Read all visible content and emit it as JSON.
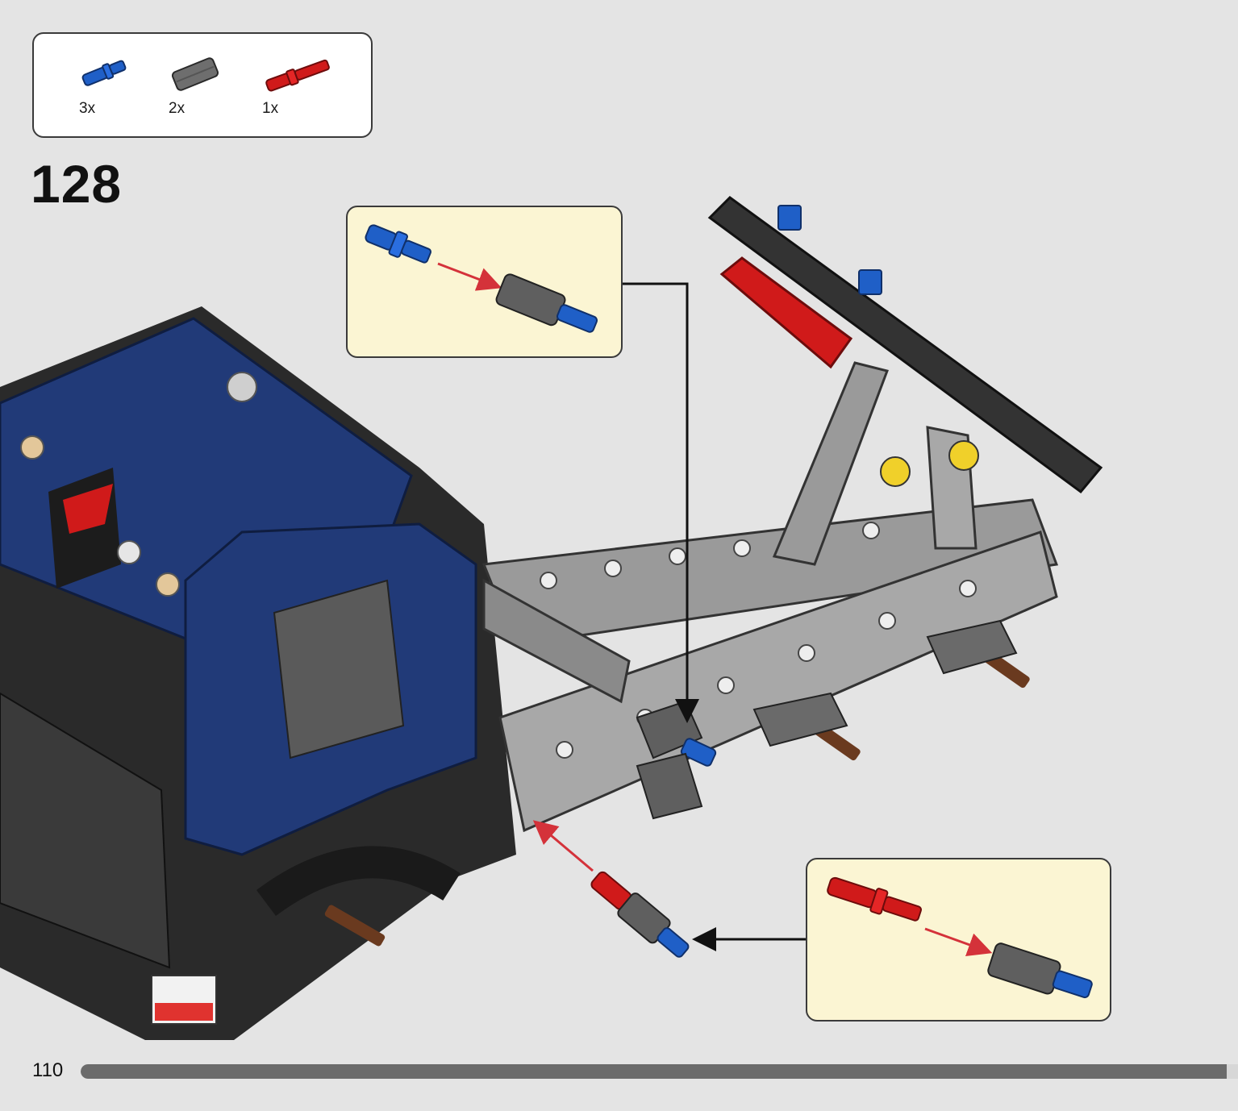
{
  "parts": [
    {
      "qty": "3x",
      "icon": "blue-pin-icon",
      "color": "#1f5fc7"
    },
    {
      "qty": "2x",
      "icon": "grey-connector-icon",
      "color": "#6e6e6e"
    },
    {
      "qty": "1x",
      "icon": "red-axle-pin-icon",
      "color": "#d01a1a"
    }
  ],
  "step": {
    "number": "128"
  },
  "footer": {
    "page_number": "110",
    "progress": 0.99
  },
  "colors": {
    "background": "#e4e4e4",
    "callout_fill": "#fbf5d3",
    "cab_blue": "#213a78",
    "frame_grey": "#9a9a9a",
    "arrow_red": "#d4323a"
  }
}
